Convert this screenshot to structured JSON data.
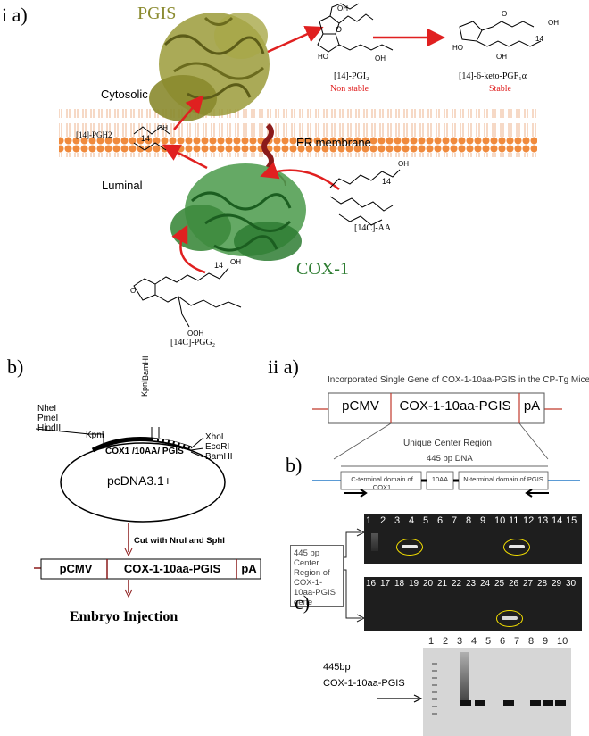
{
  "panel_i": {
    "label": "i a)",
    "pgis_title": "PGIS",
    "cox1_title": "COX-1",
    "cytosolic": "Cytosolic",
    "luminal": "Luminal",
    "er_membrane": "ER membrane",
    "pgh2": "[14]-PGH2",
    "pgi2": "[14]-PGI₂",
    "pgi2_status": "Non stable",
    "keto": "[14]-6-keto-PGF₁α",
    "keto_status": "Stable",
    "aa": "[14C]-AA",
    "pgg2": "[14C]-PGG₂",
    "chem_14": "14",
    "chem_oh": "OH",
    "chem_o": "O",
    "chem_ho": "HO",
    "chem_ooh": "OOH",
    "colors": {
      "pgis": "#8a8a2e",
      "cox1": "#2e7d32",
      "arrow": "#e02020",
      "membrane": "#f08a3c"
    }
  },
  "panel_b": {
    "label": "b)",
    "sites_left": [
      "NheI",
      "PmeI",
      "HindIII"
    ],
    "kpn_left": "KpnI",
    "kpn_top": "KpnI",
    "bam_top": "BamHI",
    "sites_right": [
      "XhoI",
      "EcoRI",
      "BamHI"
    ],
    "insert_label": "COX1 /10AA/ PGIS",
    "plasmid": "pcDNA3.1+",
    "cut_text": "Cut with NruI and SphI",
    "construct": [
      "pCMV",
      "COX-1-10aa-PGIS",
      "pA"
    ],
    "injection": "Embryo Injection"
  },
  "panel_ii": {
    "label_a": "ii a)",
    "title": "Incorporated Single Gene of COX-1-10aa-PGIS in the CP-Tg Mice",
    "construct": [
      "pCMV",
      "COX-1-10aa-PGIS",
      "pA"
    ],
    "label_b": "b)",
    "unique_region": "Unique Center Region",
    "bp_label": "445 bp DNA",
    "c_terminal": "C-terminal domain of COX1",
    "ten_aa": "10AA",
    "n_terminal": "N-terminal domain of PGIS",
    "label_c": "c)",
    "callout": "445 bp Center Region of COX-1-10aa-PGIS gene",
    "gel1_lanes": [
      "1",
      "2",
      "3",
      "4",
      "5",
      "6",
      "7",
      "8",
      "9",
      "10",
      "11",
      "12",
      "13",
      "14",
      "15"
    ],
    "gel2_lanes": [
      "16",
      "17",
      "18",
      "19",
      "20",
      "21",
      "22",
      "23",
      "24",
      "25",
      "26",
      "27",
      "28",
      "29",
      "30"
    ],
    "gel3_lanes": [
      "1",
      "2",
      "3",
      "4",
      "5",
      "6",
      "7",
      "8",
      "9",
      "10"
    ],
    "gel3_label": [
      "445bp",
      "COX-1-10aa-PGIS"
    ]
  }
}
